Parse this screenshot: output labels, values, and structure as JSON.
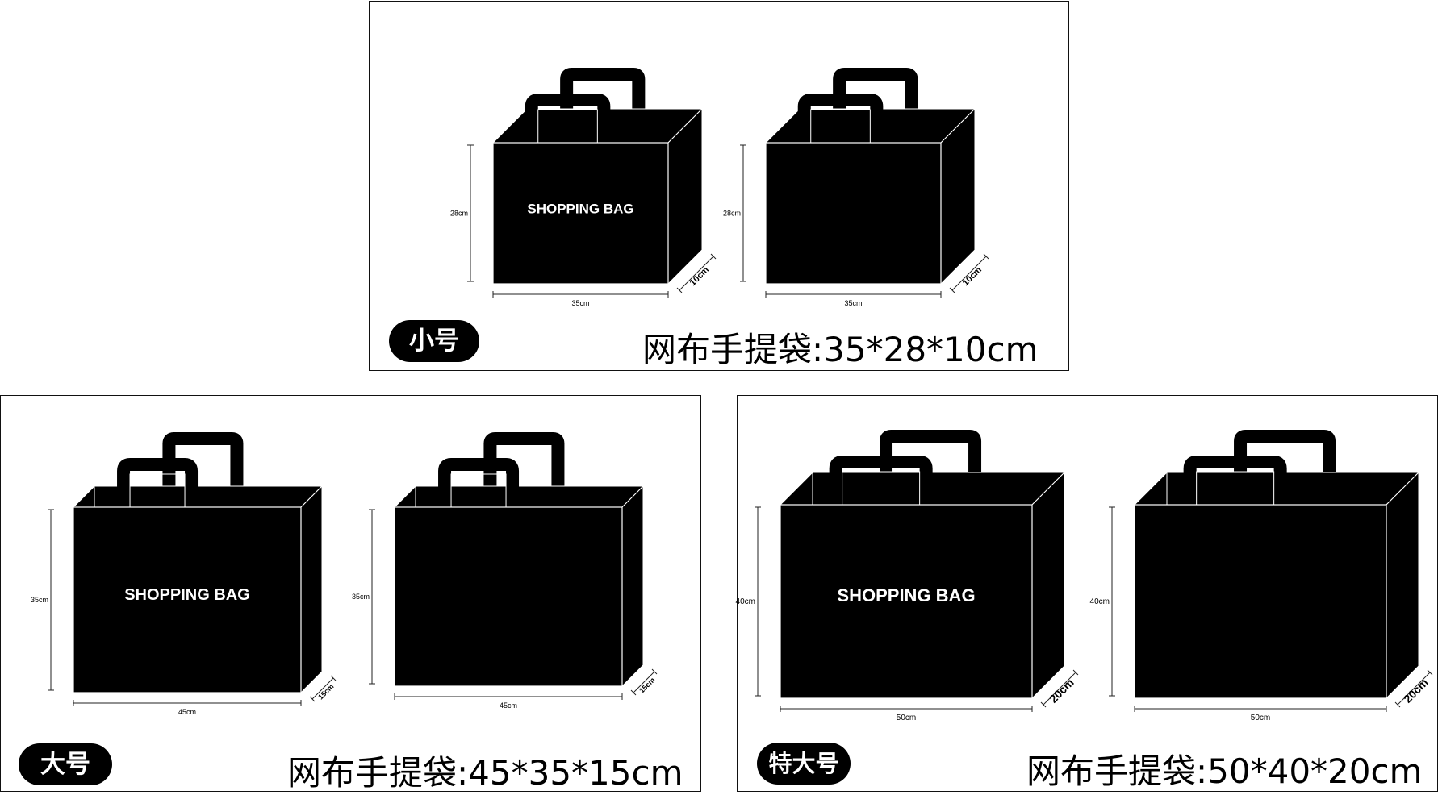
{
  "colors": {
    "bag": "#000000",
    "edge": "#ffffff",
    "dim_line": "#222222",
    "pill": "#000000"
  },
  "panels": [
    {
      "id": "small",
      "size_name": "小号",
      "description": "网布手提袋:35*28*10cm",
      "dims": {
        "width": "35cm",
        "height": "28cm",
        "depth": "10cm"
      },
      "bags": [
        {
          "label": "SHOPPING BAG",
          "icon": "tote-bag-icon"
        },
        {
          "label": "",
          "icon": "tote-bag-icon"
        }
      ]
    },
    {
      "id": "large",
      "size_name": "大号",
      "description": "网布手提袋:45*35*15cm",
      "dims": {
        "width": "45cm",
        "height": "35cm",
        "depth": "15cm"
      },
      "bags": [
        {
          "label": "SHOPPING BAG",
          "icon": "tote-bag-icon"
        },
        {
          "label": "",
          "icon": "tote-bag-icon"
        }
      ]
    },
    {
      "id": "xlarge",
      "size_name": "特大号",
      "description": "网布手提袋:50*40*20cm",
      "dims": {
        "width": "50cm",
        "height": "40cm",
        "depth": "20cm"
      },
      "bags": [
        {
          "label": "SHOPPING BAG",
          "icon": "tote-bag-icon"
        },
        {
          "label": "",
          "icon": "tote-bag-icon"
        }
      ]
    }
  ]
}
